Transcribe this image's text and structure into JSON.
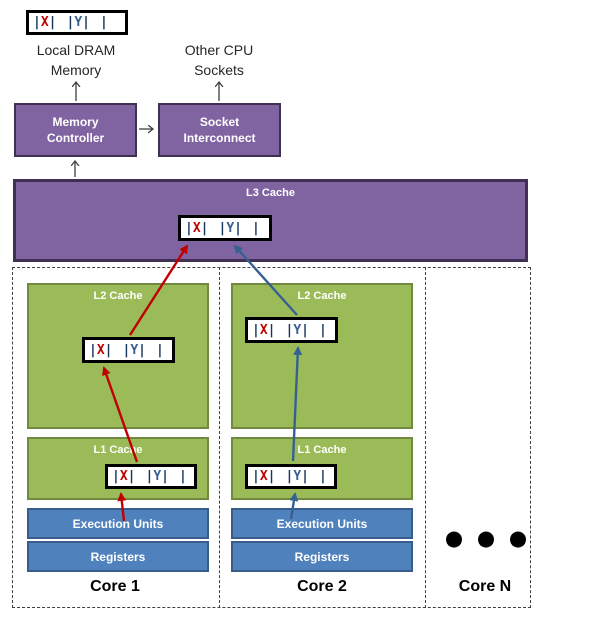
{
  "colors": {
    "c-purple": "#8064a2",
    "c-purple-border": "#403152",
    "c-green": "#9bbb59",
    "c-green-border": "#71893f",
    "c-blue": "#4f81bd",
    "c-blue-border": "#385d8a",
    "c-red": "#c00000",
    "c-arrow-blue": "#376092",
    "c-pipe": "#17365d"
  },
  "cacheline": {
    "pipe": "|",
    "x": "X",
    "y": "Y"
  },
  "top": {
    "dram_label": "Local DRAM\nMemory",
    "sockets_label": "Other CPU\nSockets",
    "memory_controller": "Memory\nController",
    "socket_interconnect": "Socket\nInterconnect"
  },
  "l3": {
    "label": "L3 Cache"
  },
  "cores": {
    "l2_label": "L2 Cache",
    "l1_label": "L1 Cache",
    "execution_units": "Execution Units",
    "registers": "Registers",
    "core1": "Core 1",
    "core2": "Core 2",
    "coreN": "Core N",
    "ellipsis": "● ● ●"
  }
}
